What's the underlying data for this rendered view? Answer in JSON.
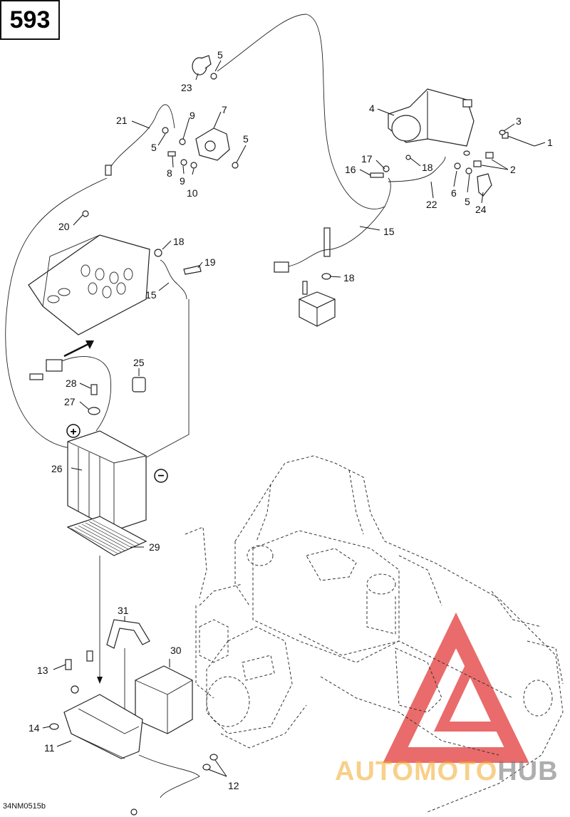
{
  "page_number": "593",
  "drawing_code": "34NM0515b",
  "watermark": {
    "text_part1": "AUTOMOTO",
    "text_part2": "HUB",
    "colors": {
      "triangle": "#e23a3a",
      "text_primary": "#f0aa28",
      "text_secondary": "#787878"
    }
  },
  "callouts": [
    "1",
    "2",
    "3",
    "4",
    "5",
    "6",
    "7",
    "8",
    "9",
    "10",
    "11",
    "12",
    "13",
    "14",
    "15",
    "16",
    "17",
    "18",
    "19",
    "20",
    "21",
    "22",
    "23",
    "24",
    "25",
    "26",
    "27",
    "28",
    "29",
    "30",
    "31"
  ],
  "battery_terminals": {
    "positive": "+",
    "negative": "−"
  }
}
